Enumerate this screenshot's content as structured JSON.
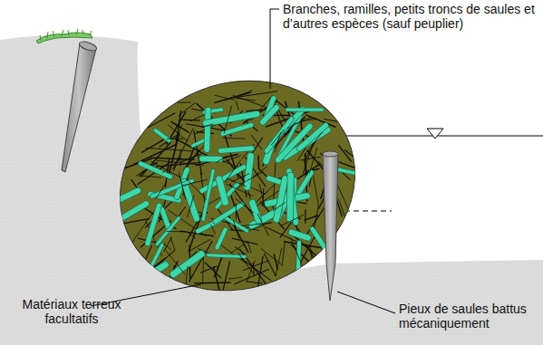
{
  "diagram": {
    "labels": [
      "Branches, ramilles, petits troncs de saules et d’autres espèces (sauf peuplier)",
      "Matériaux terreux facultatifs",
      "Pieux de saules battus mécaniquement"
    ]
  }
}
